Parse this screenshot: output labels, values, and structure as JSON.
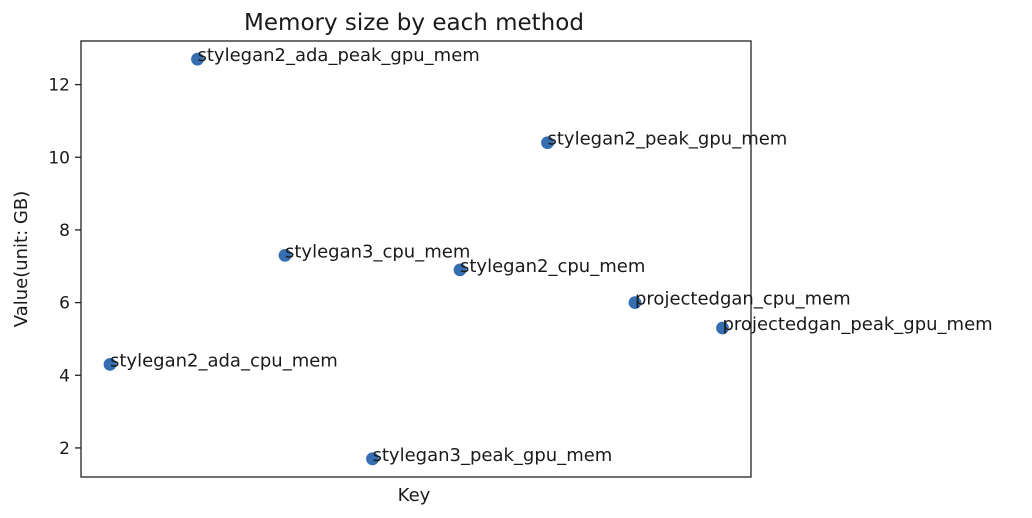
{
  "chart_data": {
    "type": "scatter",
    "title": "Memory size by each method",
    "xlabel": "Key",
    "ylabel": "Value(unit: GB)",
    "ylim": [
      1.2,
      13.2
    ],
    "yticks": [
      2,
      4,
      6,
      8,
      10,
      12
    ],
    "grid": false,
    "x": [
      "stylegan2_ada_cpu_mem",
      "stylegan2_ada_peak_gpu_mem",
      "stylegan3_cpu_mem",
      "stylegan3_peak_gpu_mem",
      "stylegan2_cpu_mem",
      "stylegan2_peak_gpu_mem",
      "projectedgan_cpu_mem",
      "projectedgan_peak_gpu_mem"
    ],
    "y": [
      4.3,
      12.7,
      7.3,
      1.7,
      6.9,
      10.4,
      6.0,
      5.3
    ],
    "point_color": "#1f5fa8"
  }
}
